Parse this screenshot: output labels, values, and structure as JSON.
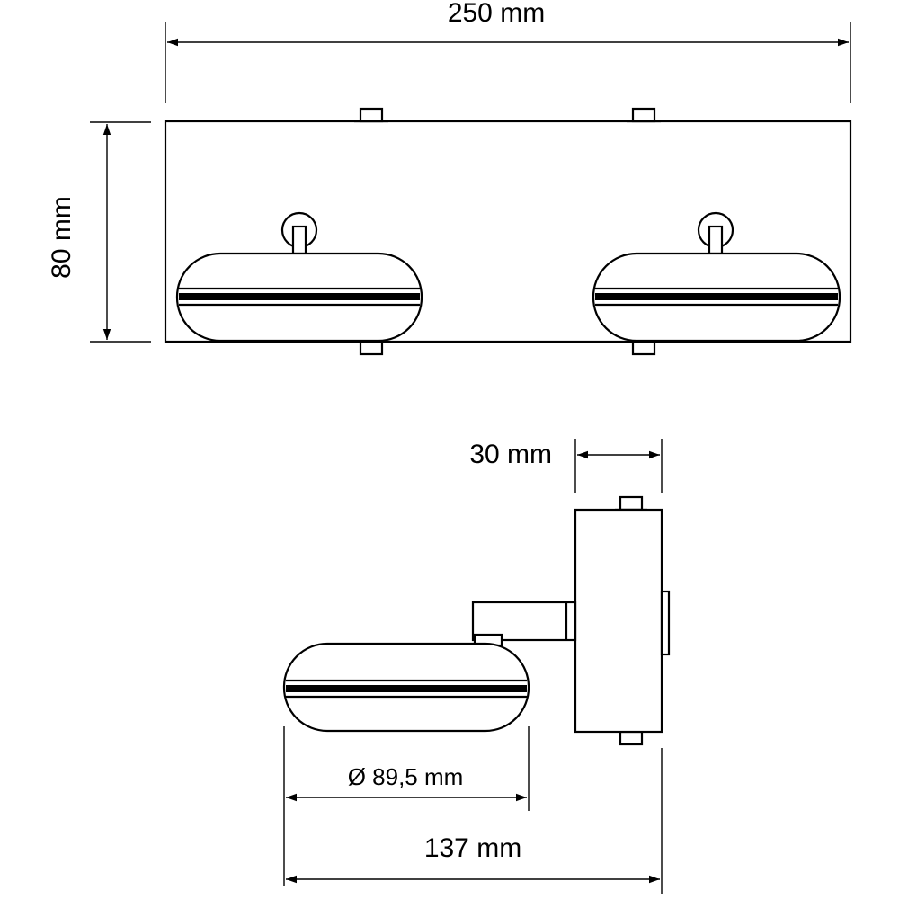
{
  "dimensions": {
    "width": "250 mm",
    "height": "80 mm",
    "depth": "30 mm",
    "diameter": "Ø 89,5 mm",
    "projection": "137 mm"
  },
  "colors": {
    "line": "#000000",
    "background": "#ffffff"
  }
}
